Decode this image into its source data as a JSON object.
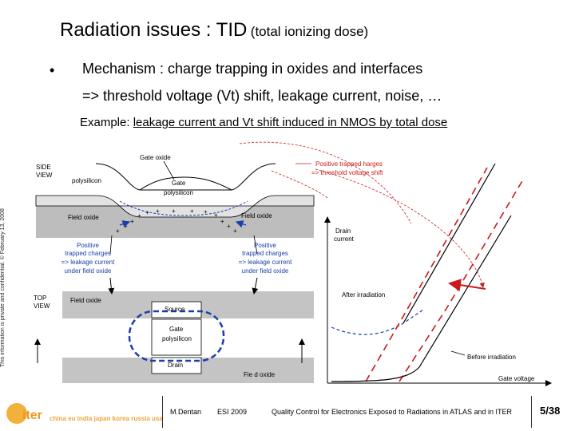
{
  "title": {
    "main": "Radiation issues : TID",
    "sub": "(total ionizing dose)"
  },
  "bullet": {
    "marker": "•",
    "line1": "Mechanism : charge trapping in oxides and interfaces",
    "line2": "=> threshold voltage (Vt) shift, leakage current, noise, …"
  },
  "example": {
    "prefix": "Example: ",
    "underlined": "leakage current and Vt shift induced in NMOS by total dose"
  },
  "figure": {
    "side_view": [
      "SIDE",
      "VIEW"
    ],
    "top_view": [
      "TOP",
      "VIEW"
    ],
    "gate_oxide": "Gate oxide",
    "polysilicon": "polysilicon",
    "gate_polysilicon_side": [
      "Gate",
      "polysilicon"
    ],
    "field_oxide_left": "Field oxide",
    "field_oxide_right": "Field oxide",
    "positive_trapped_charges_red": "Positive trapped  harges",
    "vt_shift": "=> threshold voltage shift",
    "left_label": [
      "Positive",
      "trapped charges",
      "=> leakage current",
      "under field oxide"
    ],
    "right_label": [
      "Positive",
      "trapped charges",
      "=> leakage current",
      "under field oxide"
    ],
    "top_field_oxide": "Field oxide",
    "source": "Source",
    "gate_polysilicon_top": [
      "Gate",
      "polysilicon"
    ],
    "drain": "Drain",
    "field_oxide_bottom": "Fie d oxide",
    "drain_current": [
      "Drain",
      "current"
    ],
    "after_irradiation": "After irradiation",
    "before_irradiation": "Before irradiation",
    "gate_voltage": "Gate voltage",
    "side_note": "This information is private and confidential. © February 13, 2008"
  },
  "footer": {
    "logo": "iter",
    "tagline": "china eu india japan korea russia usa",
    "author": "M.Dentan",
    "event": "ESI 2009",
    "talk": "Quality Control for Electronics Exposed to Radiations in ATLAS and in ITER",
    "page": "5/38"
  },
  "colors": {
    "red": "#cc1a1a",
    "blue": "#1a3fa8",
    "gray": "#b9b9b9",
    "dark": "#000000",
    "orange": "#f2b03c"
  }
}
